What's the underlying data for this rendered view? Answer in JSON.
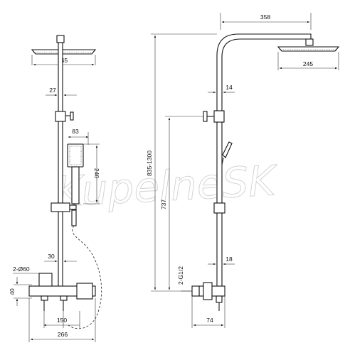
{
  "watermark": "KupelneSK",
  "front_view": {
    "dims": {
      "head_width": "245",
      "arm_offset": "27",
      "handshower_depth": "83",
      "handshower_height": "240",
      "slider_offset": "30",
      "inlet": "2-Ø60",
      "mixer_height": "40",
      "inlet_spacing": "150",
      "mixer_width": "266"
    }
  },
  "side_view": {
    "dims": {
      "arm_reach": "358",
      "head_width": "245",
      "upper_pipe": "14",
      "total_height": "835-1300",
      "outlet_height": "737",
      "thread": "2-G1/2",
      "lower_pipe": "18",
      "mixer_depth": "74"
    }
  }
}
